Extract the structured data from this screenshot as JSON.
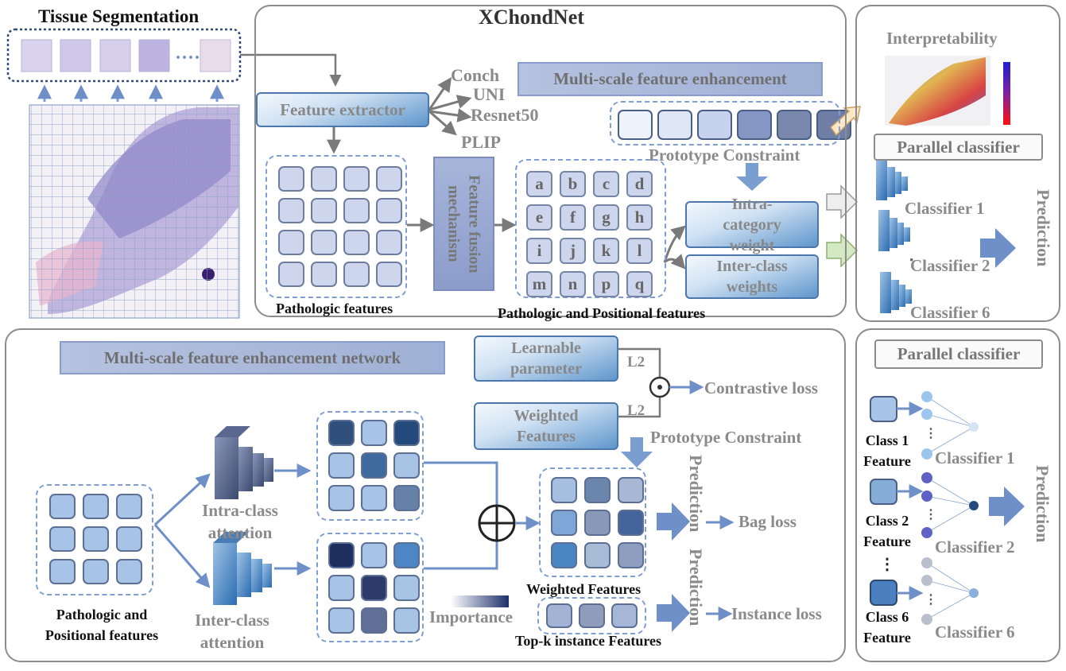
{
  "top": {
    "tissue_title": "Tissue Segmentation",
    "xchondnet_title": "XChondNet",
    "feature_extractor": "Feature extractor",
    "models": [
      "Conch",
      "UNI",
      "Resnet50",
      "PLIP"
    ],
    "msfe_label": "Multi-scale feature enhancement",
    "prototype_constraint": "Prototype Constraint",
    "fusion_label": "Feature fusion mechanism",
    "letters": [
      "a",
      "b",
      "c",
      "d",
      "e",
      "f",
      "g",
      "h",
      "i",
      "j",
      "k",
      "l",
      "m",
      "n",
      "p",
      "q"
    ],
    "pathologic_features": "Pathologic features",
    "path_pos_features": "Pathologic and Positional features",
    "intra_weight": "Intra-category weight",
    "inter_weights": "Inter-class weights"
  },
  "right_top": {
    "interpretability": "Interpretability",
    "parallel_classifier": "Parallel classifier",
    "classifiers": [
      "Classifier 1",
      "Classifier 2",
      "Classifier 6"
    ],
    "prediction": "Prediction"
  },
  "bottom": {
    "msfe_network": "Multi-scale feature enhancement network",
    "learnable_param": "Learnable parameter",
    "weighted_features_box": "Weighted Features",
    "l2": "L2",
    "contrastive_loss": "Contrastive loss",
    "prototype_constraint": "Prototype Constraint",
    "intra_attention": "Intra-class attention",
    "inter_attention": "Inter-class attention",
    "path_pos_features": "Pathologic and Positional features",
    "weighted_features": "Weighted Features",
    "importance": "Importance",
    "topk": "Top-k instance Features",
    "prediction": "Prediction",
    "bag_loss": "Bag loss",
    "instance_loss": "Instance loss"
  },
  "right_bottom": {
    "parallel_classifier": "Parallel classifier",
    "class_features": [
      "Class 1 Feature",
      "Class 2 Feature",
      "Class 6 Feature"
    ],
    "classifiers": [
      "Classifier 1",
      "Classifier 2",
      "Classifier 6"
    ],
    "prediction": "Prediction"
  },
  "colors": {
    "panel_border": "#8c8c8c",
    "dashed_blue": "#7f9ed2",
    "arrow_blue": "#6e8fc8",
    "arrow_gray": "#7a7a7a",
    "text_gray": "#8a8a8a"
  }
}
